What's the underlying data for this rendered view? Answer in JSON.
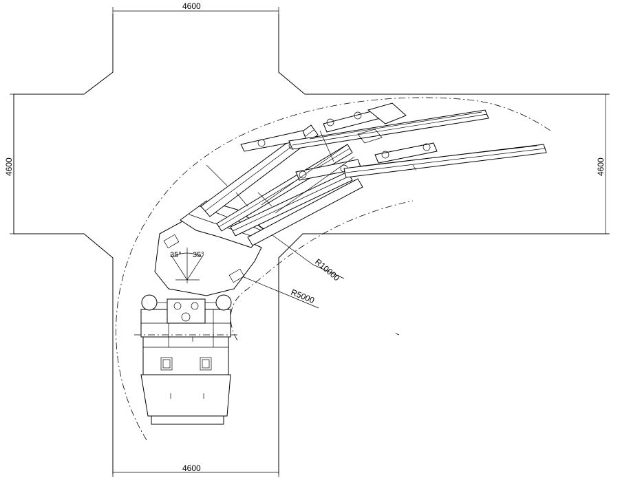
{
  "dimensions": {
    "top_width": "4600",
    "bottom_width": "4600",
    "left_height": "4600",
    "right_height": "4600"
  },
  "radii": {
    "inner": "R5000",
    "outer": "R10000"
  },
  "angles": {
    "left": "35°",
    "right": "35°"
  }
}
